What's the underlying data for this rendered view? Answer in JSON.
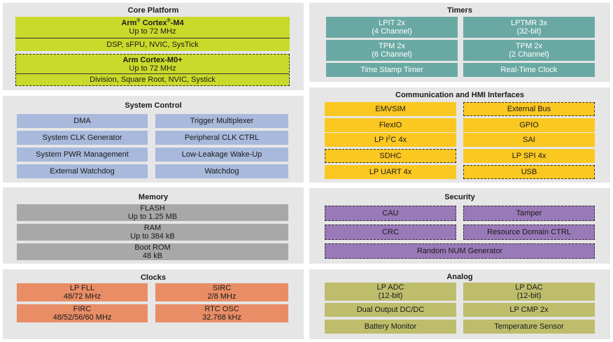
{
  "core": {
    "title": "Core Platform",
    "m4_name": "Arm",
    "m4_name2": "Cortex",
    "m4_name3": "-M4",
    "m4_freq": "Up to 72 MHz",
    "m4_features": "DSP, sFPU, NVIC, SysTick",
    "m0_name": "Arm Cortex-M0+",
    "m0_freq": "Up to 72 MHz",
    "m0_features": "Division, Square Root, NVIC, Systick",
    "reg": "®"
  },
  "timers": {
    "title": "Timers",
    "lpit_1": "LPIT 2x",
    "lpit_2": "(4 Channel)",
    "lptmr_1": "LPTMR 3x",
    "lptmr_2": "(32-bit)",
    "tpm6_1": "TPM 2x",
    "tpm6_2": "(6 Channel)",
    "tpm2_1": "TPM 2x",
    "tpm2_2": "(2 Channel)",
    "tst": "Time Stamp Timer",
    "rtc": "Real-Time Clock"
  },
  "system": {
    "title": "System Control",
    "items": [
      "DMA",
      "Trigger Multiplexer",
      "System CLK Generator",
      "Peripheral CLK CTRL",
      "System PWR Management",
      "Low-Leakage Wake-Up",
      "External Watchdog",
      "Watchdog"
    ]
  },
  "comm": {
    "title": "Communication and HMI Interfaces",
    "emvsim": "EMVSIM",
    "extbus": "External Bus",
    "flexio": "FlexIO",
    "gpio": "GPIO",
    "lpi2c_a": "LP I",
    "lpi2c_sup": "2",
    "lpi2c_b": "C 4x",
    "sai": "SAI",
    "sdhc": "SDHC",
    "lpspi": "LP SPI 4x",
    "lpuart": "LP UART 4x",
    "usb": "USB"
  },
  "memory": {
    "title": "Memory",
    "flash_1": "FLASH",
    "flash_2": "Up to 1.25 MB",
    "ram_1": "RAM",
    "ram_2": "Up to 384 kB",
    "rom_1": "Boot ROM",
    "rom_2": "48 kB"
  },
  "security": {
    "title": "Security",
    "cau": "CAU",
    "tamper": "Tamper",
    "crc": "CRC",
    "rdc": "Resource Domain CTRL",
    "rng": "Random NUM Generator"
  },
  "clocks": {
    "title": "Clocks",
    "fll_1": "LP FLL",
    "fll_2": "48/72 MHz",
    "sirc_1": "SIRC",
    "sirc_2": "2/8 MHz",
    "firc_1": "FIRC",
    "firc_2": "48/52/56/60 MHz",
    "rtc_1": "RTC OSC",
    "rtc_2": "32.768 kHz"
  },
  "analog": {
    "title": "Analog",
    "adc_1": "LP ADC",
    "adc_2": "(12-bit)",
    "dac_1": "LP DAC",
    "dac_2": "(12-bit)",
    "dcdc": "Dual Output DC/DC",
    "cmp": "LP CMP 2x",
    "batt": "Battery Monitor",
    "temp": "Temperature Sensor"
  },
  "colors": {
    "core": "#c9da2a",
    "timers": "#6aa9a3",
    "system": "#a8b9dc",
    "comm": "#fbc721",
    "memory": "#a8a8a8",
    "security": "#9a79b8",
    "clocks": "#e88d66",
    "analog": "#bdbd6c",
    "panel": "#e6e6e6"
  }
}
